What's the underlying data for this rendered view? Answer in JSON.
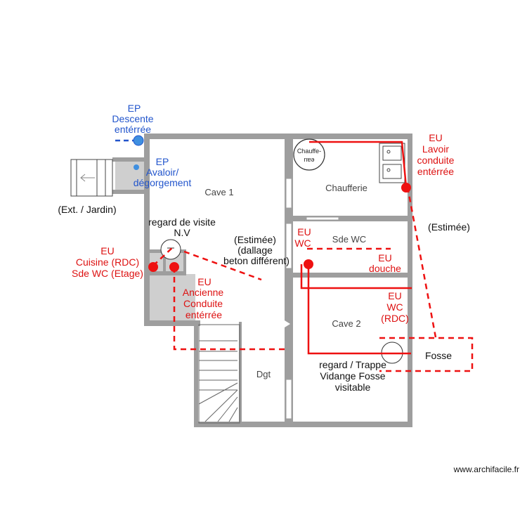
{
  "colors": {
    "wall": "#9e9e9e",
    "wall_fill": "#cfcfcf",
    "red": "#ee1111",
    "blue": "#2255cc",
    "text": "#111111"
  },
  "rooms": {
    "cave1": "Cave 1",
    "chaufferie": "Chaufferie",
    "sde_wc": "Sde WC",
    "cave2": "Cave 2",
    "dgt": "Dgt"
  },
  "ext_jardin": "(Ext. / Jardin)",
  "chauffe_eau": [
    "Chauffe-",
    "eau"
  ],
  "ep_descente": [
    "EP",
    "Descente",
    "entérrée"
  ],
  "ep_avaloir": [
    "EP",
    "Avaloir/",
    "dégorgement"
  ],
  "regard_visite": [
    "regard de visite",
    "N.V"
  ],
  "estimee_dallage": [
    "(Estimée)",
    "(dallage",
    "beton différent)"
  ],
  "eu_cuisine": [
    "EU",
    "Cuisine (RDC)",
    "Sde WC (Etage)"
  ],
  "eu_ancienne": [
    "EU",
    "Ancienne",
    "Conduite",
    "entérrée"
  ],
  "eu_wc_sde": [
    "EU",
    "WC"
  ],
  "eu_douche": [
    "EU",
    "douche"
  ],
  "eu_wc_rdc": [
    "EU",
    "WC",
    "(RDC)"
  ],
  "eu_lavoir": [
    "EU",
    "Lavoir",
    "conduite",
    "entérrée"
  ],
  "estimee_right": "(Estimée)",
  "fosse": "Fosse",
  "regard_trappe": [
    "regard / Trappe",
    "Vidange Fosse",
    "visitable"
  ],
  "credit": "www.archifacile.fr"
}
